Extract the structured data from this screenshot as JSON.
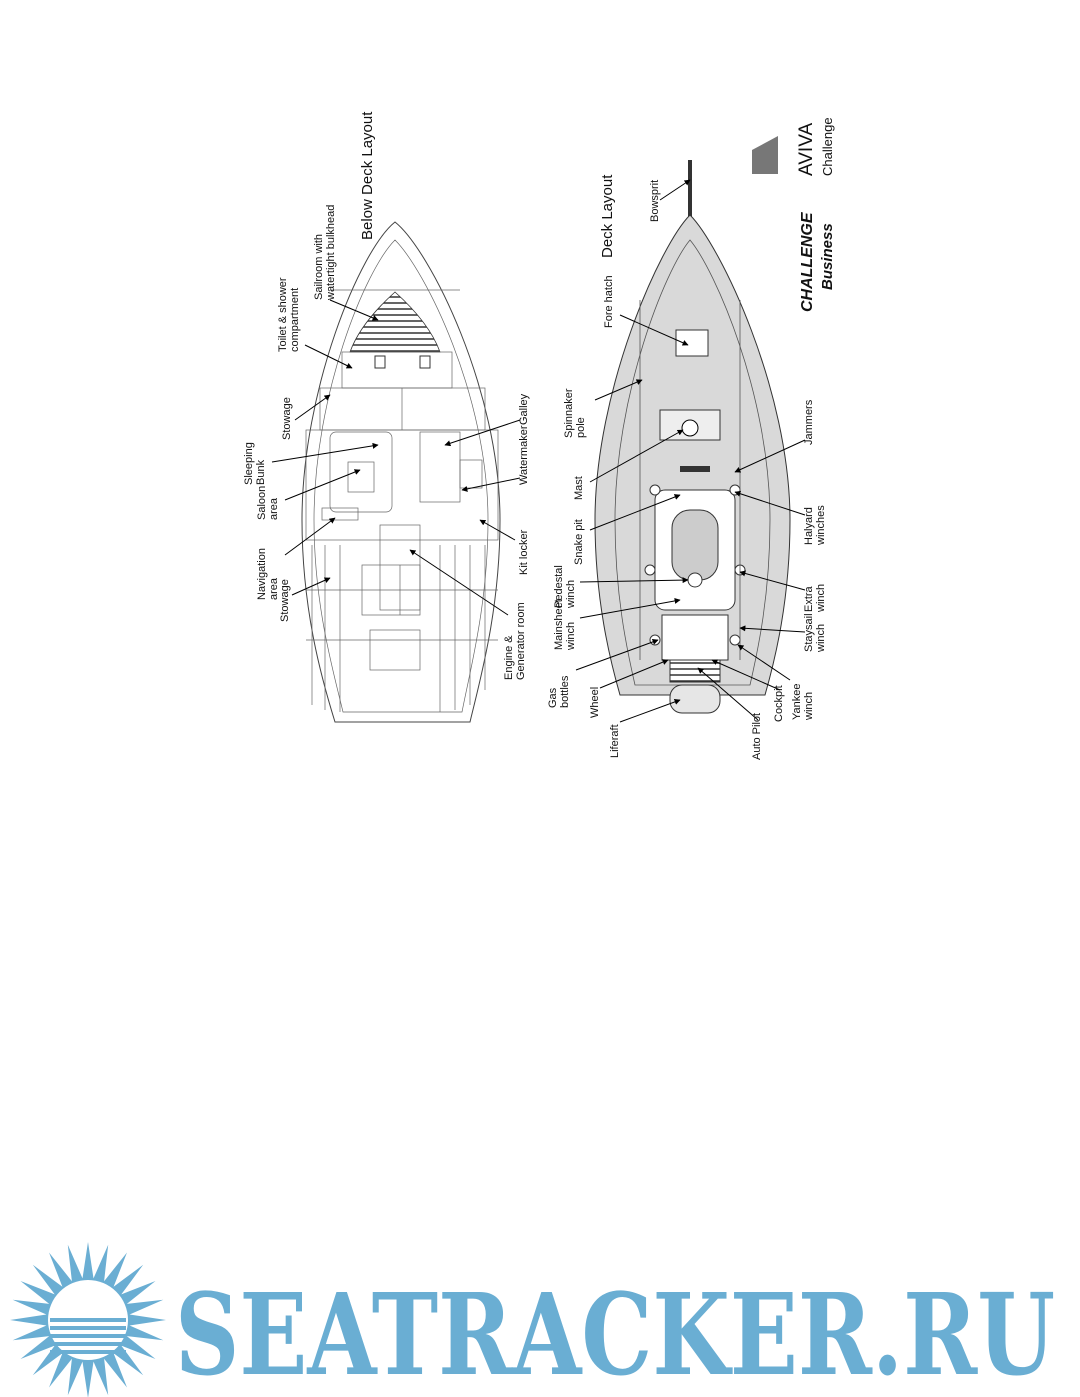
{
  "below_deck": {
    "title": "Below Deck Layout",
    "labels": [
      {
        "id": "sailroom",
        "lines": [
          "Sailroom with",
          "watertight bulkhead"
        ]
      },
      {
        "id": "toilet",
        "lines": [
          "Toilet & shower",
          "compartment"
        ]
      },
      {
        "id": "stowage-fwd",
        "lines": [
          "Stowage"
        ]
      },
      {
        "id": "sleeping",
        "lines": [
          "Sleeping",
          "Bunk"
        ]
      },
      {
        "id": "saloon",
        "lines": [
          "Saloon",
          "area"
        ]
      },
      {
        "id": "navigation",
        "lines": [
          "Navigation",
          "area"
        ]
      },
      {
        "id": "stowage-aft",
        "lines": [
          "Stowage"
        ]
      },
      {
        "id": "galley",
        "lines": [
          "Galley"
        ]
      },
      {
        "id": "watermaker",
        "lines": [
          "Watermaker"
        ]
      },
      {
        "id": "kit",
        "lines": [
          "Kit locker"
        ]
      },
      {
        "id": "engine",
        "lines": [
          "Engine &",
          "Generator room"
        ]
      }
    ]
  },
  "deck": {
    "title": "Deck Layout",
    "labels": [
      {
        "id": "bowsprit",
        "lines": [
          "Bowsprit"
        ]
      },
      {
        "id": "fore-hatch",
        "lines": [
          "Fore hatch"
        ]
      },
      {
        "id": "spinnaker",
        "lines": [
          "Spinnaker",
          "pole"
        ]
      },
      {
        "id": "mast",
        "lines": [
          "Mast"
        ]
      },
      {
        "id": "snake",
        "lines": [
          "Snake pit"
        ]
      },
      {
        "id": "pedestal",
        "lines": [
          "Pedestal",
          "winch"
        ]
      },
      {
        "id": "mainsheet",
        "lines": [
          "Mainsheet",
          "winch"
        ]
      },
      {
        "id": "gas",
        "lines": [
          "Gas",
          "bottles"
        ]
      },
      {
        "id": "wheel",
        "lines": [
          "Wheel"
        ]
      },
      {
        "id": "liferaft",
        "lines": [
          "Liferaft"
        ]
      },
      {
        "id": "jammers",
        "lines": [
          "Jammers"
        ]
      },
      {
        "id": "halyard",
        "lines": [
          "Halyard",
          "winches"
        ]
      },
      {
        "id": "extra",
        "lines": [
          "Extra",
          "winch"
        ]
      },
      {
        "id": "staysail",
        "lines": [
          "Staysail",
          "winch"
        ]
      },
      {
        "id": "yankee",
        "lines": [
          "Yankee",
          "winch"
        ]
      },
      {
        "id": "cockpit",
        "lines": [
          "Cockpit"
        ]
      },
      {
        "id": "autopilot",
        "lines": [
          "Auto Pilot"
        ]
      }
    ]
  },
  "logos": {
    "challenge_line1": "CHALLENGE",
    "challenge_line2": "Business",
    "aviva_line1": "AVIVA",
    "aviva_line2": "Challenge"
  },
  "watermark": {
    "text": "SEATRACKER.RU",
    "color": "#6aaed3"
  }
}
